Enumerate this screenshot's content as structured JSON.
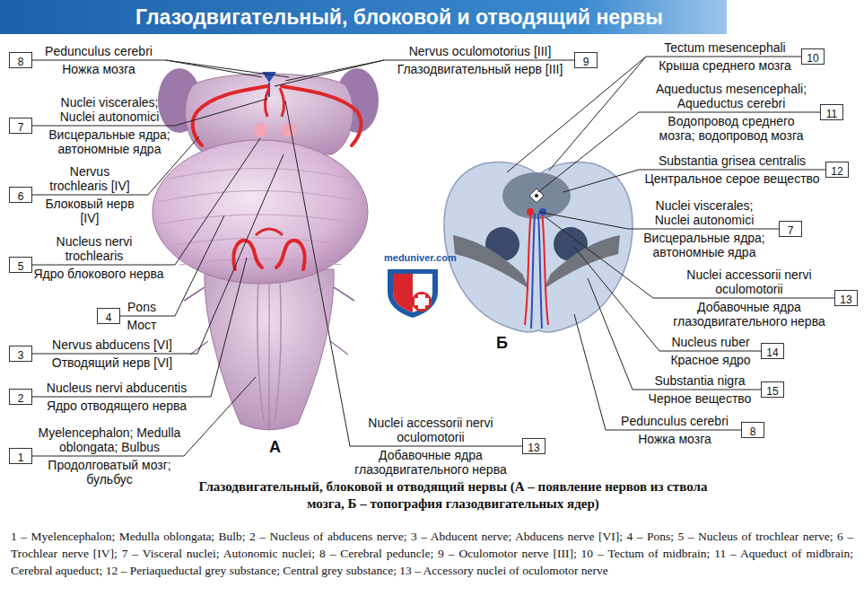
{
  "diagram": {
    "title": "Глазодвигательный, блоковой и отводящий нервы",
    "caption": "Глазодвигательный, блоковой и отводящий нервы (А – появление нервов из ствола мозга, Б – топография глазодвигательных ядер)",
    "nodes": [
      {
        "text": [
          "8"
        ]
      },
      {
        "text": [
          "7"
        ]
      },
      {
        "text": [
          "6"
        ]
      },
      {
        "text": [
          "5"
        ]
      },
      {
        "text": [
          "4"
        ]
      },
      {
        "text": [
          "3"
        ]
      },
      {
        "text": [
          "2"
        ]
      },
      {
        "text": [
          "1"
        ]
      },
      {
        "text": [
          "13"
        ]
      },
      {
        "text": [
          "9"
        ]
      },
      {
        "text": [
          "10"
        ]
      },
      {
        "text": [
          "11"
        ]
      },
      {
        "text": [
          "12"
        ]
      },
      {
        "text": [
          "7"
        ]
      },
      {
        "text": [
          "13"
        ]
      },
      {
        "text": [
          "14"
        ]
      },
      {
        "text": [
          "15"
        ]
      },
      {
        "text": [
          "8"
        ]
      }
    ],
    "labels": [
      "Pedunculus cerebri",
      "Ножка мозга",
      "Nuclei viscerales; Nuclei autonomici",
      "Висцеральные ядра; автономные ядра",
      "Nervus trochlearis [IV]",
      "Блоковый нерв [IV]",
      "Nucleus nervi trochlearis",
      "Ядро блокового нерва",
      "Pons",
      "Мост",
      "Nervus abducens [VI]",
      "Отводящий нерв [VI]",
      "Nucleus nervi abducentis",
      "Ядро отводящего нерва",
      "Myelencephalon; Medulla oblongata; Bulbus",
      "Продолговатый мозг; бульбус",
      "Nervus oculomotorius [III]",
      "Глазодвигательный нерв [III]",
      "Nuclei accessorii nervi oculomotorii",
      "Добавочные ядра глазодвигательного нерва",
      "Tectum mesencephali",
      "Крыша среднего мозга",
      "Aqueductus mesencephali; Aqueductus cerebri",
      "Водопровод среднего мозга; водопровод мозга",
      "Substantia grisea centralis",
      "Центральное серое вещество",
      "Nuclei viscerales; Nuclei autonomici",
      "Висцеральные ядра; автономные ядра",
      "Nuclei accessorii nervi oculomotorii",
      "Добавочные ядра глазодвигательного нерва",
      "Nucleus ruber",
      "Красное ядро",
      "Substantia nigra",
      "Черное вещество",
      "Pedunculus cerebri",
      "Ножка мозга",
      "А",
      "Б",
      "meduniver.com",
      "1 – Myelencephalon; Medulla oblongata; Bulb; 2 – Nucleus of abducens nerve; 3 – Abducent nerve; Abducens nerve [VI]; 4 – Pons; 5 – Nucleus of trochlear nerve; 6 – Trochlear nerve [IV]; 7 – Visceral nuclei; Autonomic nuclei; 8 – Cerebral peduncle; 9 – Oculomotor nerve [III]; 10 – Tectum of midbrain; 11 – Aqueduct of midbrain; Cerebral aqueduct; 12 – Periaqueductal grey substance; Central grey substance; 13 – Accessory nuclei of oculomotor nerve"
    ]
  }
}
